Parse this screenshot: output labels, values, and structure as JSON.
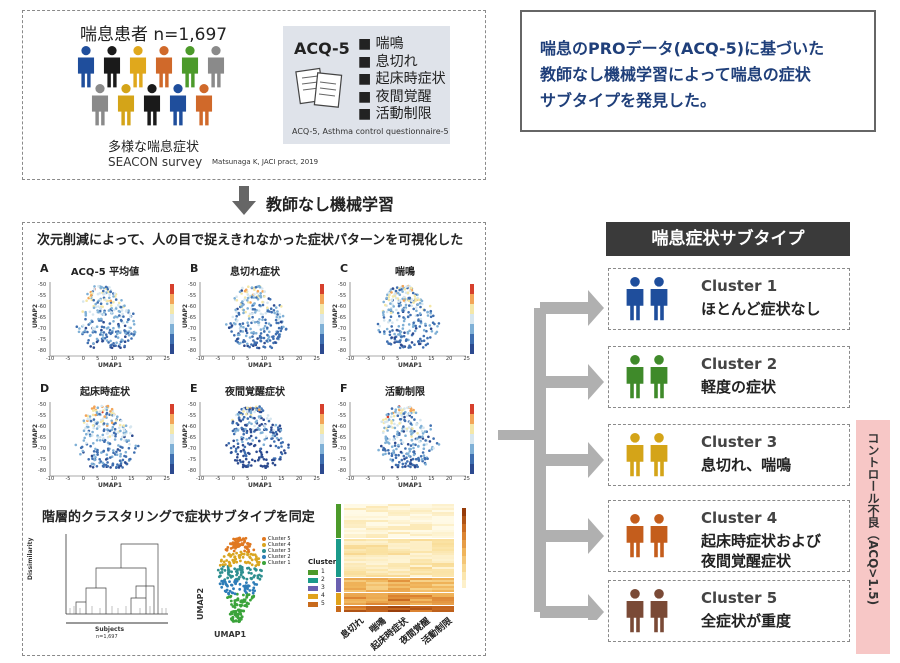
{
  "top": {
    "patients_label": "喘息患者 n=1,697",
    "diverse_label": "多様な喘息症状",
    "survey_label": "SEACON survey",
    "citation": "Matsunaga K, JACI pract, 2019",
    "people_colors": [
      "#1f4e9c",
      "#1a1a1a",
      "#e0a81c",
      "#d0692a",
      "#4c9a2a",
      "#8a8a8a",
      "#8a8a8a",
      "#d4a418",
      "#1a1a1a",
      "#1f4e9c",
      "#d0692a"
    ],
    "acq": {
      "title": "ACQ-5",
      "items": [
        "■ 喘鳴",
        "■ 息切れ",
        "■ 起床時症状",
        "■ 夜間覚醒",
        "■ 活動制限"
      ],
      "caption": "ACQ-5, Asthma control questionnaire-5"
    }
  },
  "message": {
    "lines": [
      "喘息のPROデータ(ACQ-5)に基づいた",
      "教師なし機械学習によって喘息の症状",
      "サブタイプを発見した。"
    ]
  },
  "arrow_label": "教師なし機械学習",
  "umap_section": {
    "title": "次元削減によって、人の目で捉えきれなかった症状パターンを可視化した",
    "x_axis_label": "UMAP1",
    "y_axis_label": "UMAP2",
    "x_ticks": [
      "-10",
      "-5",
      "0",
      "5",
      "10",
      "15",
      "20",
      "25"
    ],
    "y_ticks": [
      "-50",
      "-55",
      "-60",
      "-65",
      "-70",
      "-75",
      "-80"
    ],
    "panels": [
      {
        "letter": "A",
        "title": "ACQ-5 平均値"
      },
      {
        "letter": "B",
        "title": "息切れ症状"
      },
      {
        "letter": "C",
        "title": "喘鳴"
      },
      {
        "letter": "D",
        "title": "起床時症状"
      },
      {
        "letter": "E",
        "title": "夜間覚醒症状"
      },
      {
        "letter": "F",
        "title": "活動制限"
      }
    ]
  },
  "cluster_section": {
    "title": "階層的クラスタリングで症状サブタイプを同定",
    "dendro_y_label": "Dissimilarity",
    "dendro_x_label": "Subjects",
    "dendro_n": "n=1,697",
    "umap_x_label": "UMAP1",
    "umap_y_label": "UMAP2",
    "legend_items": [
      "Cluster 5",
      "Cluster 4",
      "Cluster 3",
      "Cluster 2",
      "Cluster 1"
    ],
    "heatmap_legend_title": "Cluster",
    "heatmap_legend": [
      "1",
      "2",
      "3",
      "4",
      "5"
    ],
    "heatmap_columns": [
      "息切れ",
      "喘鳴",
      "起床時症状",
      "夜間覚醒",
      "活動制限"
    ]
  },
  "subtypes": {
    "header": "喘息症状サブタイプ",
    "side_label": "コントロール不良（ACQ>1.5)",
    "clusters": [
      {
        "name": "Cluster 1",
        "desc": [
          "ほとんど症状なし"
        ],
        "color": "#1f4e9c"
      },
      {
        "name": "Cluster 2",
        "desc": [
          "軽度の症状"
        ],
        "color": "#3f8a2a"
      },
      {
        "name": "Cluster 3",
        "desc": [
          "息切れ、喘鳴"
        ],
        "color": "#d4a418"
      },
      {
        "name": "Cluster 4",
        "desc": [
          "起床時症状および",
          "夜間覚醒症状"
        ],
        "color": "#c45d1c"
      },
      {
        "name": "Cluster 5",
        "desc": [
          "全症状が重度"
        ],
        "color": "#7a4a36"
      }
    ]
  }
}
